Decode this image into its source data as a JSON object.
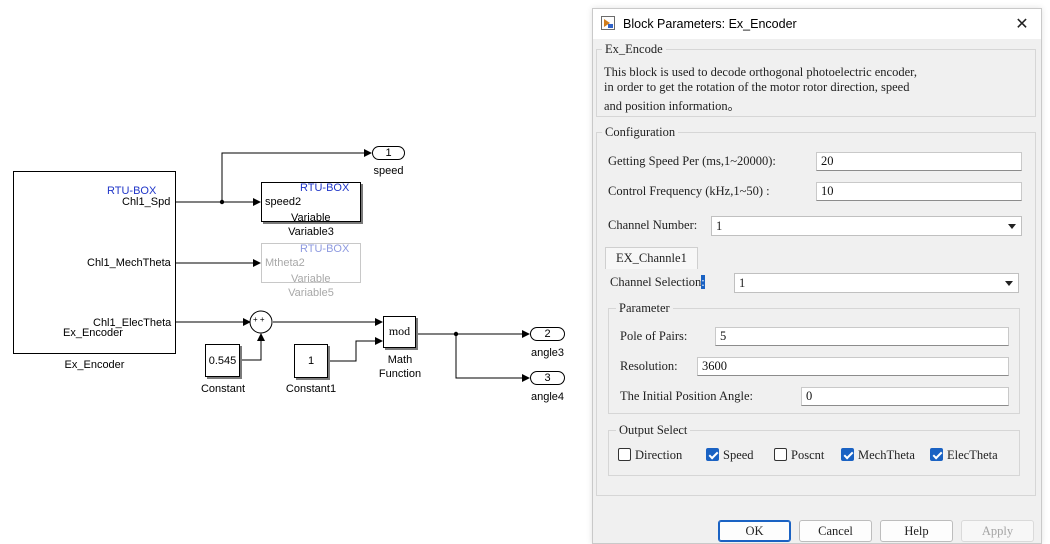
{
  "diagram": {
    "ex_encoder": {
      "header": "RTU-BOX",
      "ports": [
        "Chl1_Spd",
        "Chl1_MechTheta",
        "Chl1_ElecTheta",
        "Ex_Encoder"
      ],
      "caption": "Ex_Encoder"
    },
    "variable3": {
      "header": "RTU-BOX",
      "port": "speed2",
      "body": "Variable",
      "caption": "Variable3"
    },
    "variable5": {
      "header": "RTU-BOX",
      "port": "Mtheta2",
      "body": "Variable",
      "caption": "Variable5"
    },
    "constant": {
      "value": "0.545",
      "caption": "Constant"
    },
    "constant1": {
      "value": "1",
      "caption": "Constant1"
    },
    "math": {
      "op": "mod",
      "caption_line1": "Math",
      "caption_line2": "Function"
    },
    "sum": {
      "signs": "+ +"
    },
    "outports": [
      {
        "num": "1",
        "name": "speed"
      },
      {
        "num": "2",
        "name": "angle3"
      },
      {
        "num": "3",
        "name": "angle4"
      }
    ]
  },
  "dialog": {
    "title": "Block Parameters: Ex_Encoder",
    "close": "✕",
    "description_group": "Ex_Encode",
    "description_lines": [
      "This block is used to decode orthogonal photoelectric encoder,",
      "in order to get the rotation of the motor rotor direction, speed",
      "and position information。"
    ],
    "config_group": "Configuration",
    "speed_per_label": "Getting Speed Per (ms,1~20000):",
    "speed_per_value": "20",
    "control_freq_label": "Control Frequency (kHz,1~50) :",
    "control_freq_value": "10",
    "channel_number_label": "Channel Number:",
    "channel_number_value": "1",
    "tab_label": "EX_Channle1",
    "channel_selection_label": "Channel Selection",
    "channel_selection_caret": ":",
    "channel_selection_value": "1",
    "parameter_group": "Parameter",
    "pole_pairs_label": "Pole of Pairs:",
    "pole_pairs_value": "5",
    "resolution_label": "Resolution:",
    "resolution_value": "3600",
    "initial_angle_label": "The Initial Position Angle:",
    "initial_angle_value": "0",
    "output_group": "Output Select",
    "outputs": [
      {
        "label": "Direction",
        "checked": false
      },
      {
        "label": "Speed",
        "checked": true
      },
      {
        "label": "Poscnt",
        "checked": false
      },
      {
        "label": "MechTheta",
        "checked": true
      },
      {
        "label": "ElecTheta",
        "checked": true
      }
    ],
    "buttons": {
      "ok": "OK",
      "cancel": "Cancel",
      "help": "Help",
      "apply": "Apply"
    },
    "colors": {
      "accent": "#1a62c3"
    }
  }
}
